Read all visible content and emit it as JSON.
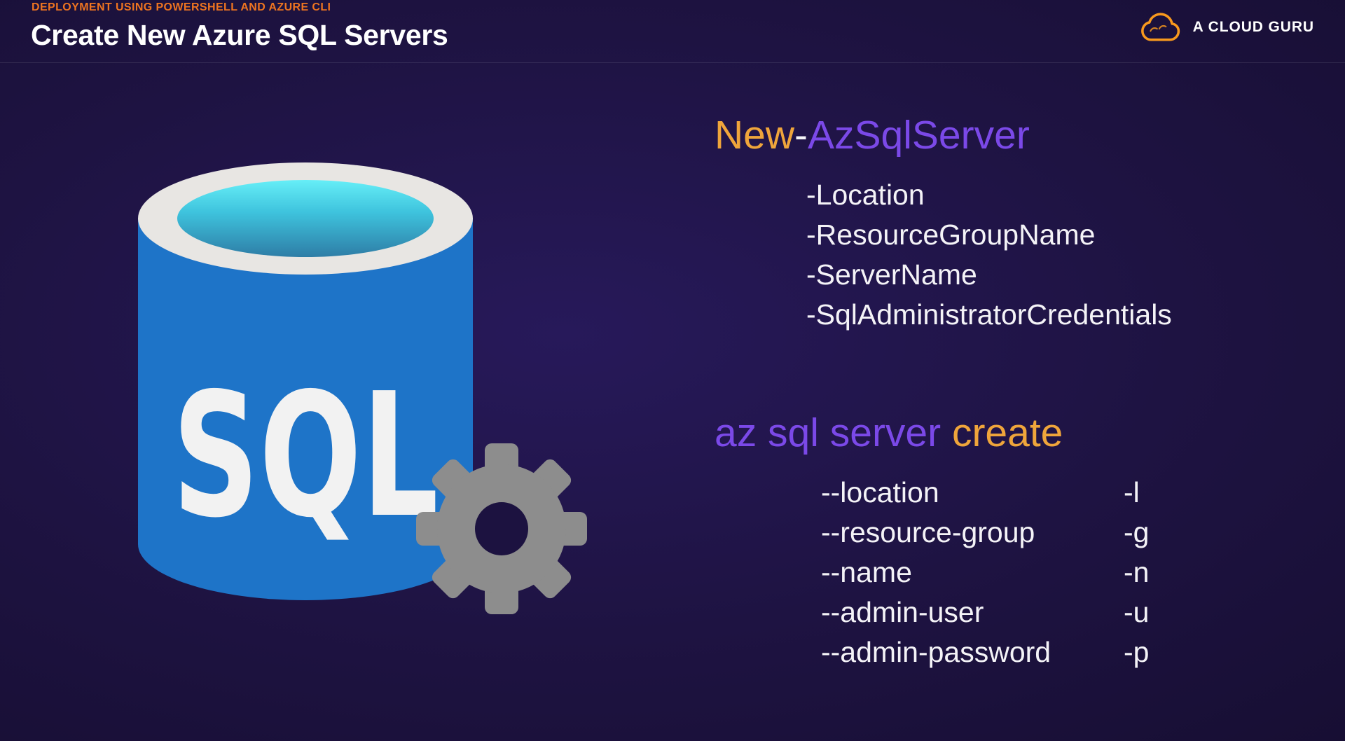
{
  "header": {
    "eyebrow": "DEPLOYMENT USING POWERSHELL AND AZURE CLI",
    "title": "Create New Azure SQL Servers"
  },
  "logo": {
    "text": "A CLOUD GURU"
  },
  "sql_icon": {
    "label": "SQL"
  },
  "powershell": {
    "verb": "New",
    "separator": "-",
    "noun": "AzSqlServer",
    "params": [
      "-Location",
      "-ResourceGroupName",
      "-ServerName",
      "-SqlAdministratorCredentials"
    ]
  },
  "cli": {
    "command_prefix": "az sql server",
    "command_suffix": " create",
    "params": [
      {
        "long": "--location",
        "short": "-l"
      },
      {
        "long": "--resource-group",
        "short": "-g"
      },
      {
        "long": "--name",
        "short": "-n"
      },
      {
        "long": "--admin-user",
        "short": "-u"
      },
      {
        "long": "--admin-password",
        "short": "-p"
      }
    ]
  },
  "colors": {
    "background": "#1C1240",
    "eyebrow_orange": "#EE7420",
    "command_orange": "#EFA53B",
    "command_purple": "#7B49E8",
    "logo_orange": "#F8991D",
    "sql_blue": "#1E74C8",
    "sql_cyan": "#4FD9EC",
    "top_ring_gray": "#E8E6E3",
    "gear_gray": "#8D8D8D",
    "text_white": "#F4F3F7"
  }
}
